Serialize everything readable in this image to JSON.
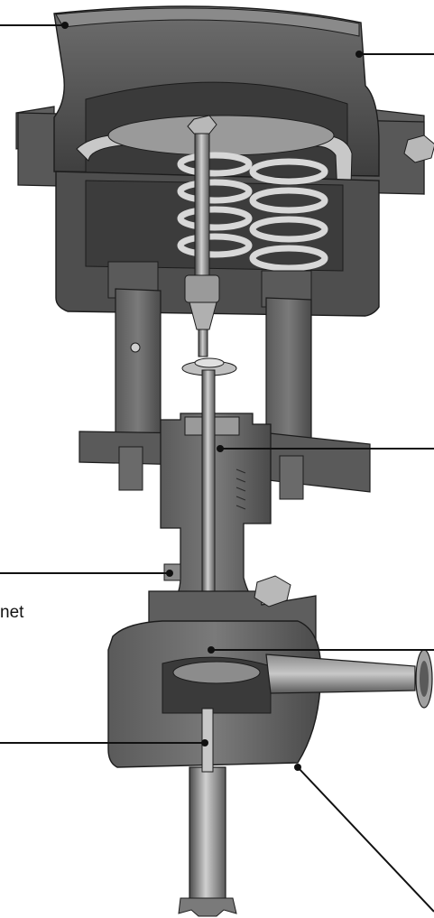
{
  "figure": {
    "visible_label_fragment": "net",
    "colors": {
      "background": "#ffffff",
      "steel_dark": "#4a4a4a",
      "steel_mid": "#6e6e6e",
      "steel_light": "#a6a6a6",
      "steel_highlight": "#d0d0d0",
      "leader_line": "#111111",
      "outline": "#1c1c1c"
    },
    "leader_lines": [
      {
        "name": "diaphragm-case-top-leader"
      },
      {
        "name": "diaphragm-case-right-leader"
      },
      {
        "name": "valve-stem-leader"
      },
      {
        "name": "bonnet-leader"
      },
      {
        "name": "plug-stem-leader"
      },
      {
        "name": "valve-seat-leader"
      },
      {
        "name": "valve-body-leader"
      }
    ]
  }
}
